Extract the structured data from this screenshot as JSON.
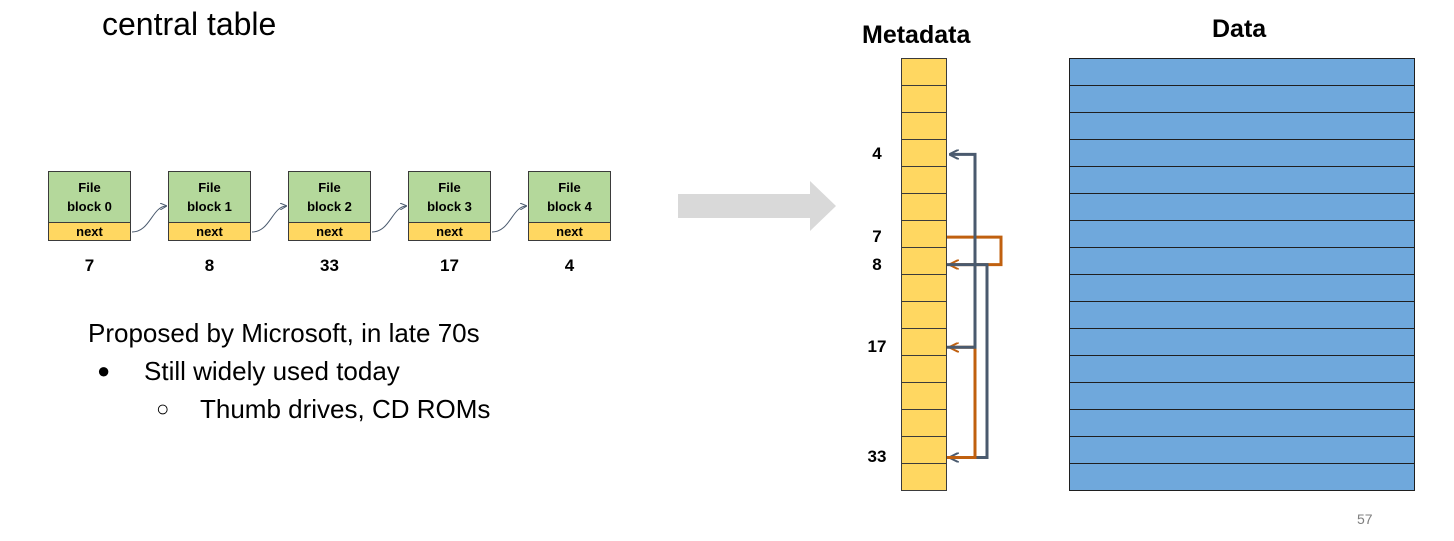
{
  "slide": {
    "title": "central table",
    "page_number": "57"
  },
  "linked_list": {
    "blocks": [
      {
        "line1": "File",
        "line2": "block 0",
        "next": "next",
        "number": "7"
      },
      {
        "line1": "File",
        "line2": "block 1",
        "next": "next",
        "number": "8"
      },
      {
        "line1": "File",
        "line2": "block 2",
        "next": "next",
        "number": "33"
      },
      {
        "line1": "File",
        "line2": "block 3",
        "next": "next",
        "number": "17"
      },
      {
        "line1": "File",
        "line2": "block 4",
        "next": "next",
        "number": "4"
      }
    ],
    "colors": {
      "block": "#b4d89b",
      "next": "#ffd761"
    }
  },
  "bullets": {
    "main": "Proposed by Microsoft, in late 70s",
    "sub": "Still widely used today",
    "subsub": "Thumb drives, CD ROMs",
    "marker1": "●",
    "marker2": "○"
  },
  "table": {
    "metadata_title": "Metadata",
    "data_title": "Data",
    "row_count": 16,
    "metadata_labels": [
      {
        "text": "4",
        "row": 3
      },
      {
        "text": "7",
        "row": 6
      },
      {
        "text": "8",
        "row": 7
      },
      {
        "text": "17",
        "row": 10
      },
      {
        "text": "33",
        "row": 14
      }
    ],
    "links": [
      {
        "from_row": 6,
        "to_row": 7,
        "color": "orange"
      },
      {
        "from_row": 7,
        "to_row": 14,
        "color": "slate"
      },
      {
        "from_row": 14,
        "to_row": 10,
        "color": "orange"
      },
      {
        "from_row": 10,
        "to_row": 3,
        "color": "slate"
      }
    ],
    "colors": {
      "metadata": "#ffd761",
      "data": "#6fa8dc",
      "orange": "#c0600f",
      "slate": "#4a5a6e",
      "transition_arrow": "#d9d9d9"
    }
  }
}
